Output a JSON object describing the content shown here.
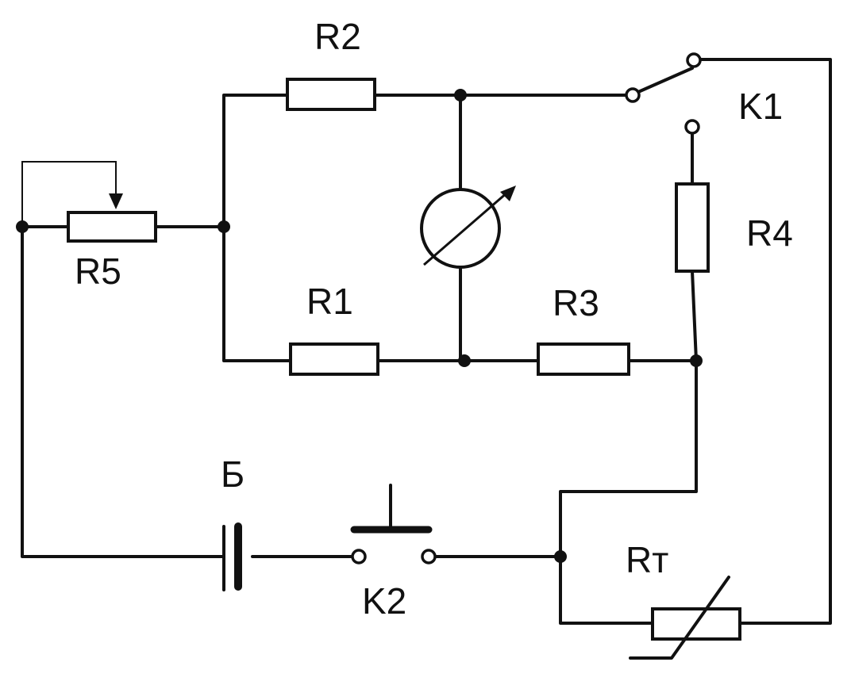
{
  "labels": {
    "r1": "R1",
    "r2": "R2",
    "r3": "R3",
    "r4": "R4",
    "r5": "R5",
    "rt": "Rт",
    "battery": "Б",
    "k1": "K1",
    "k2": "K2"
  }
}
